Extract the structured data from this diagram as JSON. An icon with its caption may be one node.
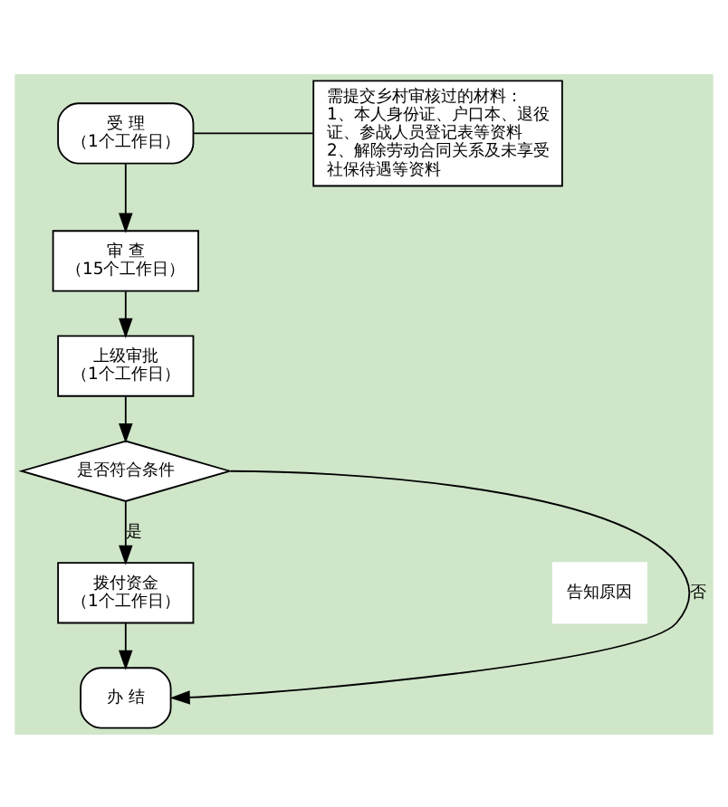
{
  "diagram": {
    "nodes": [
      {
        "text": [
          "受 理",
          "（1个工作日）"
        ]
      },
      {
        "text": [
          "需提交乡村审核过的材料：",
          "1、本人身份证、户口本、退役证、参战人员登记表等资料",
          "2、解除劳动合同关系及未享受社保待遇等资料"
        ]
      },
      {
        "text": [
          "审 查",
          "（15个工作日）"
        ]
      },
      {
        "text": [
          "上级审批",
          "（1个工作日）"
        ]
      },
      {
        "text": [
          "是否符合条件"
        ]
      },
      {
        "text": [
          "拨付资金",
          "（1个工作日）"
        ]
      },
      {
        "text": [
          "办 结"
        ]
      }
    ],
    "edges": [
      {
        "from": 1,
        "to": 0,
        "arrow": "none"
      },
      {
        "from": 0,
        "to": 2,
        "arrow": "to"
      },
      {
        "from": 2,
        "to": 3,
        "arrow": "to"
      },
      {
        "from": 3,
        "to": 4,
        "arrow": "to"
      },
      {
        "from": 4,
        "to": 5,
        "arrow": "to",
        "label": "是"
      },
      {
        "from": 5,
        "to": 6,
        "arrow": "to"
      },
      {
        "from": 4,
        "to": 6,
        "arrow": "to",
        "label": "否"
      }
    ],
    "labels": [
      "告知原因"
    ]
  }
}
